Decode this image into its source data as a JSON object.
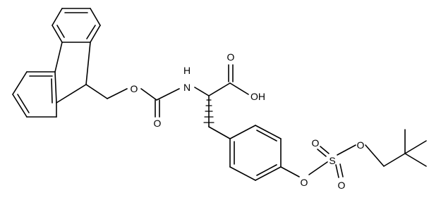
{
  "atoms": {
    "o_ester": "O",
    "o_carbonyl": "O",
    "nh": "H",
    "n": "N",
    "o_acid": "O",
    "oh": "OH",
    "o_aryl": "O",
    "s": "S",
    "o_s_up": "O",
    "o_s_down": "O",
    "o_alkyl": "O"
  },
  "colors": {
    "bond": "#000000",
    "label": "#000000",
    "background": "#ffffff"
  }
}
